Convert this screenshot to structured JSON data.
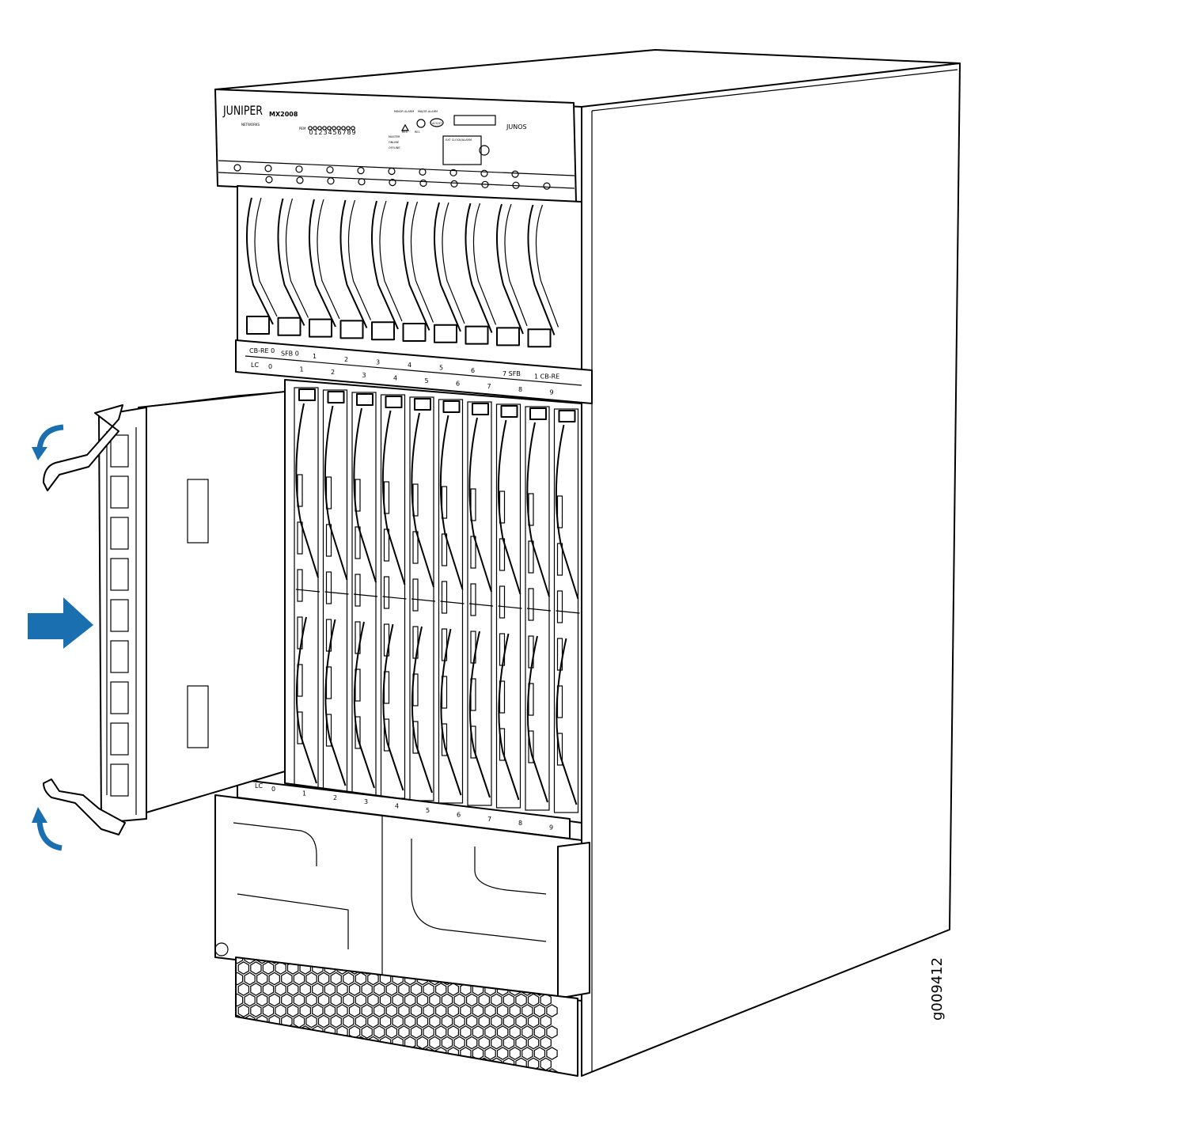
{
  "figure_id": "g009412",
  "panel": {
    "brand": "JUNIPER",
    "brand_sub": "NETWORKS",
    "model": "MX2008",
    "os_logo": "JUNOS",
    "minor_alarm": "MINOR ALARM",
    "major_alarm": "MAJOR ALARM",
    "acoi": "ACO/LT",
    "pem": "PEM",
    "pem_numbers": [
      "0",
      "1",
      "2",
      "3",
      "4",
      "5",
      "6",
      "7",
      "8",
      "9"
    ],
    "re_status": [
      "MASTER",
      "ONLINE",
      "OFFLINE"
    ],
    "re_labels": [
      "RE0",
      "RE1"
    ],
    "ext_clock": "EXT CLOCK/ALARM"
  },
  "upper_row_labels": [
    "CB-RE 0",
    "SFB 0",
    "1",
    "2",
    "3",
    "4",
    "5",
    "6",
    "7 SFB",
    "1 CB-RE"
  ],
  "lc_row_labels": [
    "LC",
    "0",
    "1",
    "2",
    "3",
    "4",
    "5",
    "6",
    "7",
    "8",
    "9"
  ],
  "bottom_row_labels": [
    "LC",
    "0",
    "1",
    "2",
    "3",
    "4",
    "5",
    "6",
    "7",
    "8",
    "9"
  ],
  "colors": {
    "arrow": "#1a6fb0",
    "line": "#000000"
  }
}
